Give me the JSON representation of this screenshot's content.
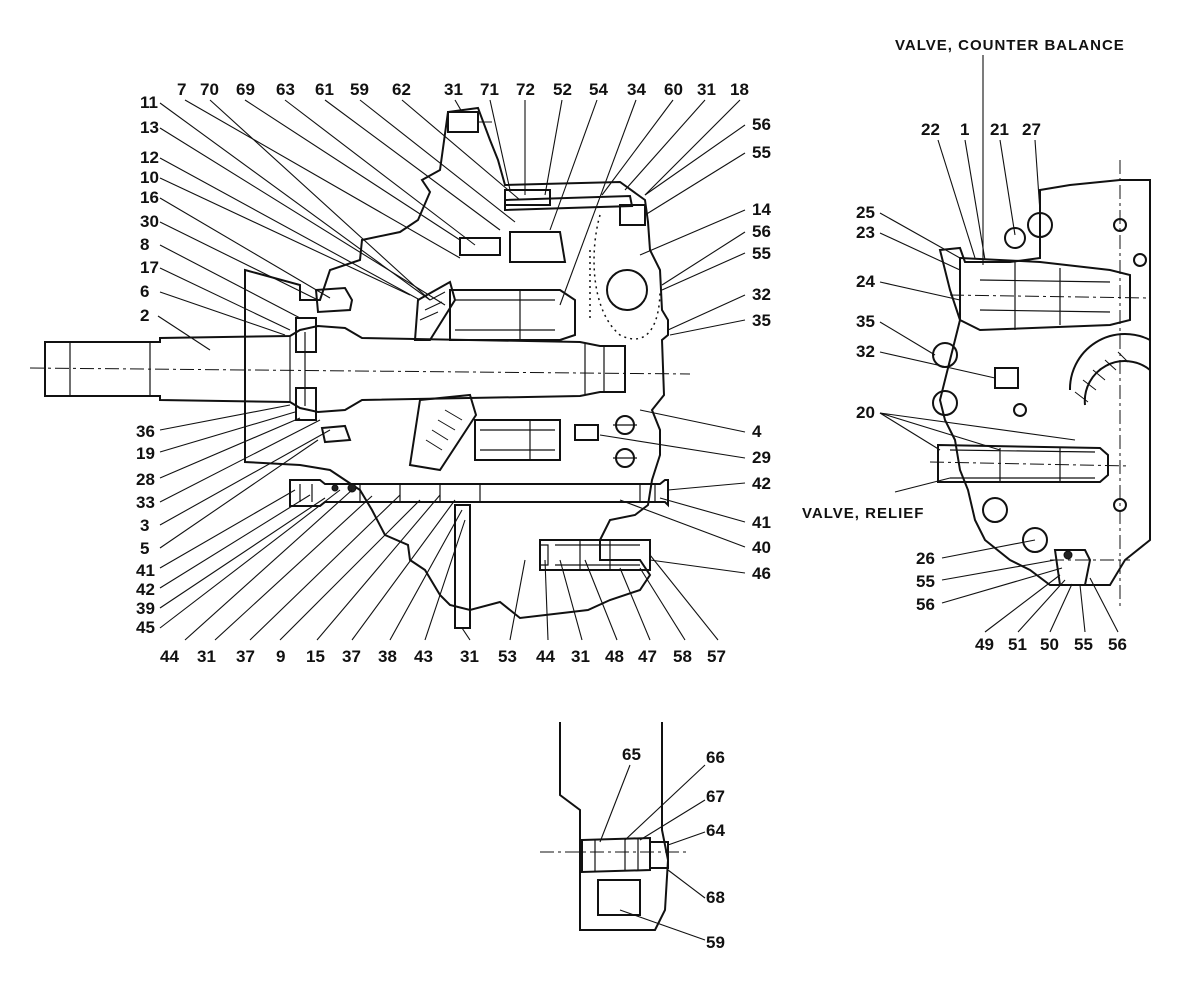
{
  "captions": {
    "counter_balance": "VALVE, COUNTER BALANCE",
    "relief": "VALVE, RELIEF"
  },
  "labels_top_row": [
    "7",
    "70",
    "69",
    "63",
    "61",
    "59",
    "62",
    "31",
    "71",
    "72",
    "52",
    "54",
    "34",
    "60",
    "31",
    "18"
  ],
  "labels_left_col": [
    "11",
    "13",
    "12",
    "10",
    "16",
    "30",
    "8",
    "17",
    "6",
    "2"
  ],
  "labels_left_lower": [
    "36",
    "19",
    "28",
    "33",
    "3",
    "5",
    "41",
    "42",
    "39",
    "45"
  ],
  "labels_bottom_row": [
    "44",
    "31",
    "37",
    "9",
    "15",
    "37",
    "38",
    "43",
    "31",
    "53",
    "44",
    "31",
    "48",
    "47",
    "58",
    "57"
  ],
  "labels_right_main": [
    "56",
    "55",
    "14",
    "56",
    "55",
    "32",
    "35",
    "4",
    "29",
    "42",
    "41",
    "40",
    "46"
  ],
  "labels_side_view": [
    "22",
    "1",
    "21",
    "27",
    "25",
    "23",
    "24",
    "35",
    "32",
    "20",
    "26",
    "55",
    "56",
    "49",
    "51",
    "50",
    "55",
    "56"
  ],
  "labels_detail": [
    "65",
    "66",
    "67",
    "64",
    "68",
    "59"
  ]
}
